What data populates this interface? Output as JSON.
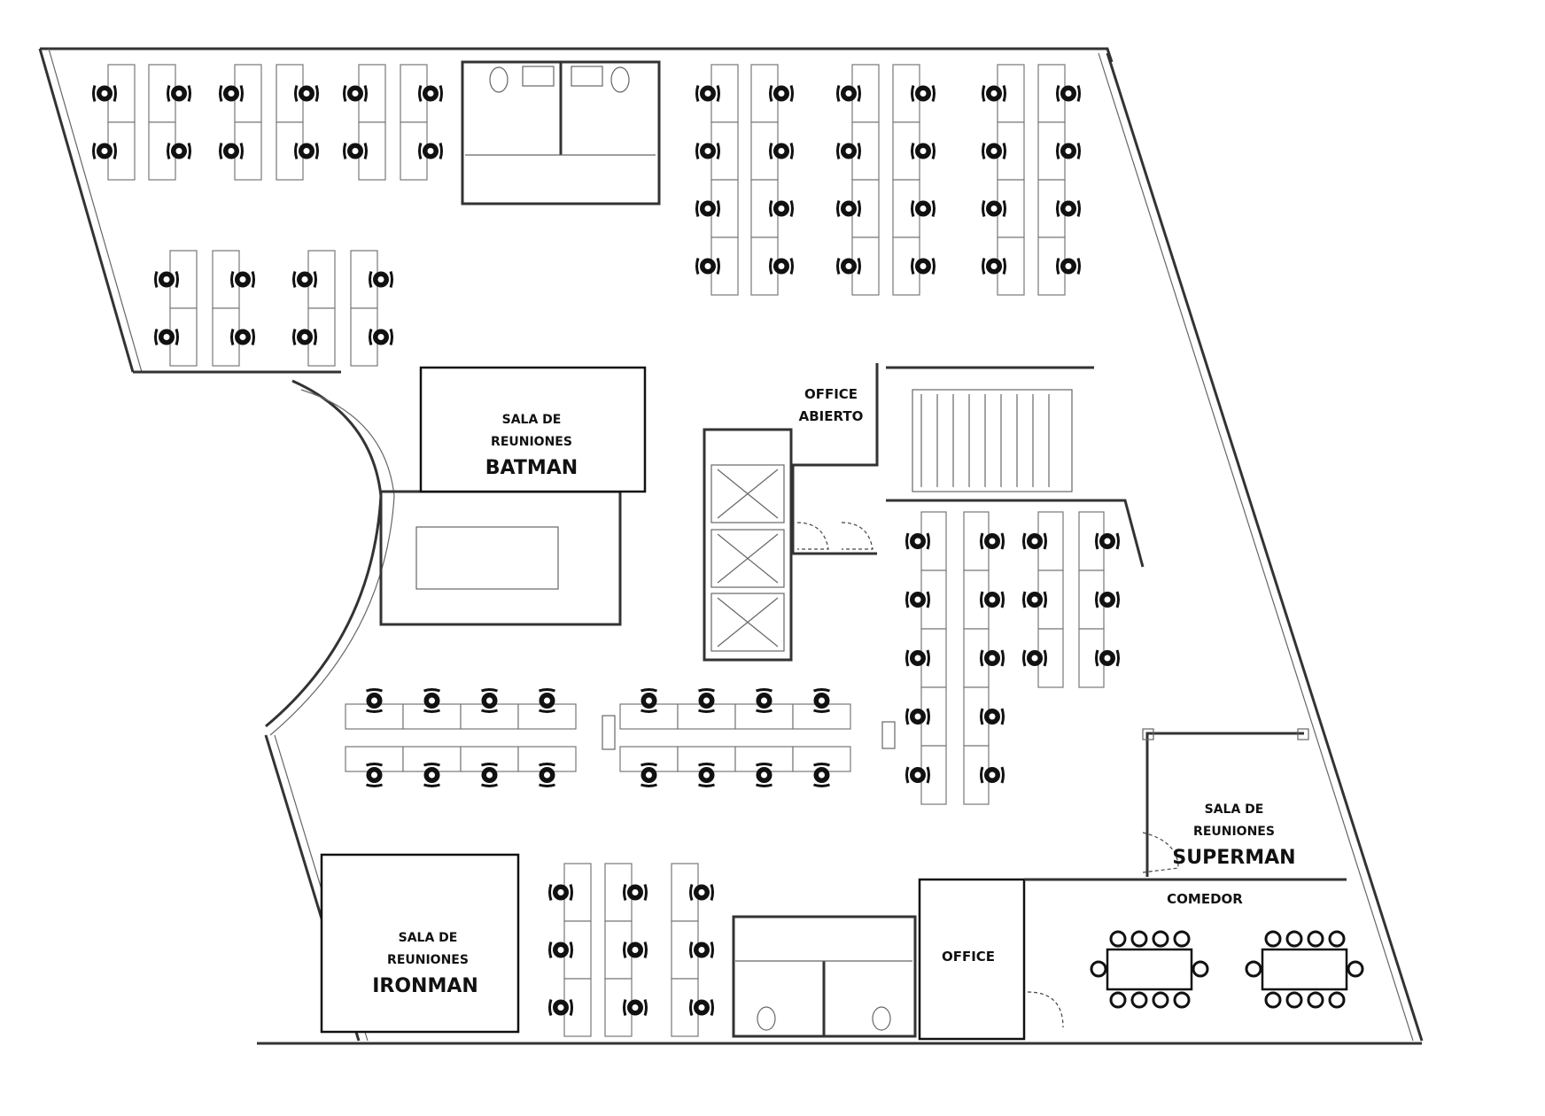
{
  "rooms": {
    "batman": {
      "line1": "SALA DE",
      "line2": "REUNIONES",
      "name": "BATMAN"
    },
    "superman": {
      "line1": "SALA DE",
      "line2": "REUNIONES",
      "name": "SUPERMAN"
    },
    "ironman": {
      "line1": "SALA DE",
      "line2": "REUNIONES",
      "name": "IRONMAN"
    },
    "office_abierto": {
      "line1": "OFFICE",
      "line2": "ABIERTO"
    },
    "office": {
      "label": "OFFICE"
    },
    "comedor": {
      "label": "COMEDOR"
    }
  },
  "colors": {
    "wall": "#333333",
    "room_border": "#111111",
    "chair": "#111111"
  }
}
